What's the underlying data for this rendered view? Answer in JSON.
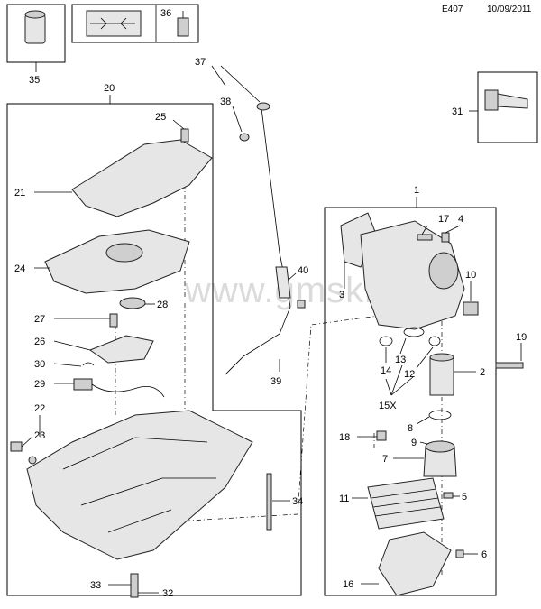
{
  "header": {
    "code": "E407",
    "date": "10/09/2011"
  },
  "watermark": "www.gmsklad.ru",
  "callouts": {
    "c1": "1",
    "c2": "2",
    "c3": "3",
    "c4": "4",
    "c5": "5",
    "c6": "6",
    "c7": "7",
    "c8": "8",
    "c9": "9",
    "c10": "10",
    "c11": "11",
    "c12": "12",
    "c13": "13",
    "c14": "14",
    "c15x": "15X",
    "c16": "16",
    "c17": "17",
    "c18": "18",
    "c19": "19",
    "c20": "20",
    "c21": "21",
    "c22": "22",
    "c23": "23",
    "c24": "24",
    "c25": "25",
    "c26": "26",
    "c27": "27",
    "c28": "28",
    "c29": "29",
    "c30": "30",
    "c31": "31",
    "c32": "32",
    "c33": "33",
    "c34": "34",
    "c35": "35",
    "c36": "36",
    "c37": "37",
    "c38": "38",
    "c39": "39",
    "c40": "40"
  }
}
